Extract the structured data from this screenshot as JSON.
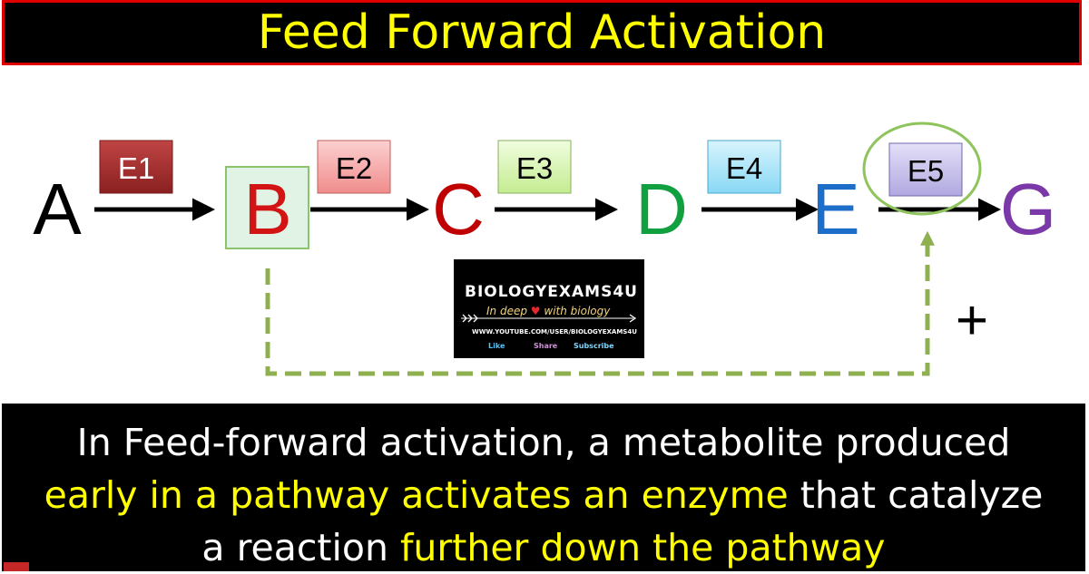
{
  "title": "Feed Forward Activation",
  "nodes": [
    {
      "label": "A",
      "color": "#000000"
    },
    {
      "label": "B",
      "color": "#d21414"
    },
    {
      "label": "C",
      "color": "#c00000"
    },
    {
      "label": "D",
      "color": "#10a040"
    },
    {
      "label": "E",
      "color": "#1c6ec8"
    },
    {
      "label": "G",
      "color": "#7a38a8"
    }
  ],
  "enzymes": [
    {
      "label": "E1",
      "fill": "#a83232",
      "text_color": "#ffffff"
    },
    {
      "label": "E2",
      "fill": "#f4a6a6",
      "text_color": "#000000"
    },
    {
      "label": "E3",
      "fill": "#d8f5b0",
      "text_color": "#000000"
    },
    {
      "label": "E4",
      "fill": "#a8e4f8",
      "text_color": "#000000"
    },
    {
      "label": "E5",
      "fill": "#c8c0ec",
      "text_color": "#000000"
    }
  ],
  "activation_sign": "+",
  "feedback_color": "#8fb050",
  "logo": {
    "name": "BIOLOGYEXAMS4U",
    "tagline_before": "In deep",
    "tagline_after": "with biology",
    "url": "WWW.YOUTUBE.COM/USER/BIOLOGYEXAMS4U",
    "like": "Like",
    "share": "Share",
    "subscribe": "Subscribe"
  },
  "description": {
    "line1": "In Feed-forward activation, a metabolite produced",
    "line2_highlight": "early in  a pathway activates an enzyme",
    "line2_rest": " that catalyze",
    "line3_plain": "a reaction ",
    "line3_highlight": "further down the pathway"
  },
  "colors": {
    "title_text": "#ffff00",
    "title_border": "#e00000",
    "highlight": "#ffff00"
  }
}
